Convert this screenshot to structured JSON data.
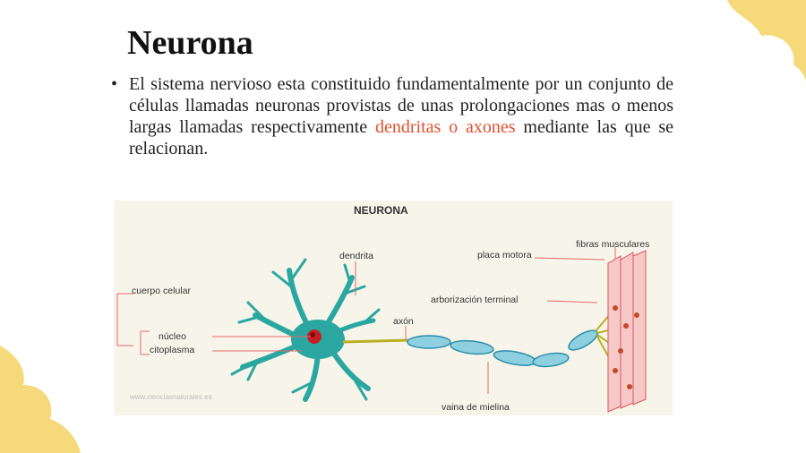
{
  "slide": {
    "title": "Neurona",
    "bullet_marker": "•",
    "bullet_text_before": "El sistema nervioso esta constituido fundamentalmente por un conjunto de células llamadas neuronas provistas de unas prolongaciones mas o menos largas llamadas respectivamente ",
    "bullet_text_highlight": "dendritas o axones",
    "bullet_text_after": " mediante las que se relacionan.",
    "highlight_color": "#e0502e",
    "accent_color": "#f6d97a"
  },
  "figure": {
    "title": "NEURONA",
    "labels": {
      "dendrita": "dendrita",
      "placa_motora": "placa motora",
      "fibras_musculares": "fibras musculares",
      "cuerpo_celular": "cuerpo celular",
      "arborizacion_terminal": "arborización terminal",
      "axon": "axón",
      "nucleo": "núcleo",
      "citoplasma": "citoplasma",
      "vaina_de_mielina": "vaina de mielina"
    },
    "watermark": "www.cienciasnaturales.es"
  }
}
